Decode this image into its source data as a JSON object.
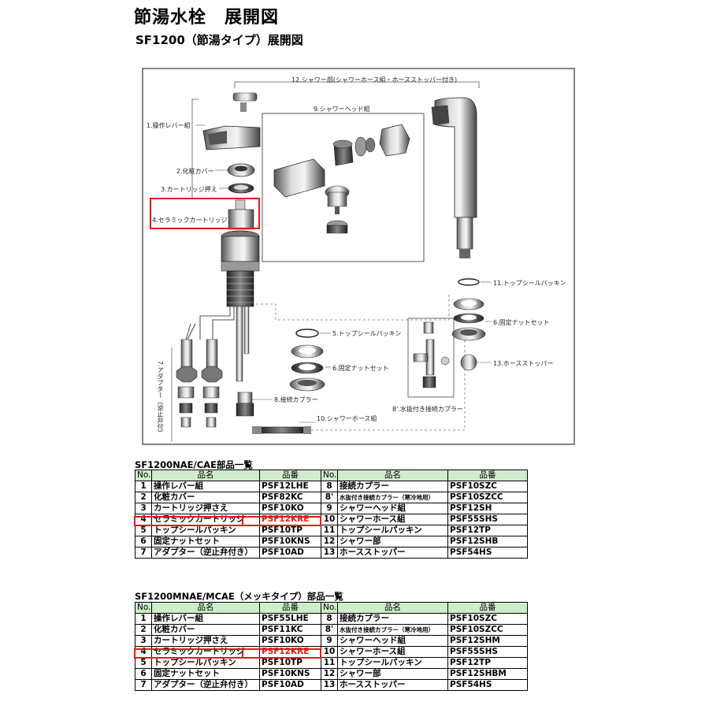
{
  "page": {
    "title": "節湯水栓　展開図",
    "subtitle": "SF1200（節湯タイプ）展開図"
  },
  "diagram": {
    "labels": {
      "shower_assembly": "12.シャワー部(シャワーホース組・ホースストッパー付き)",
      "shower_head": "9.シャワーヘッド組",
      "lever": "1.操作レバー組",
      "cover": "2.化粧カバー",
      "cartridge_holder": "3.カートリッジ押え",
      "cartridge": "4.セラミックカートリッジ",
      "adapter": "7.アダプター（逆止弁付）",
      "top_seal_left": "5.トップシールパッキン",
      "nut_set_left": "6.固定ナットセット",
      "coupler": "8.接続カプラー",
      "hose": "10.シャワーホース組",
      "top_seal_right": "11.トップシールパッキン",
      "nut_set_right": "6.固定ナットセット",
      "hose_stopper": "13.ホースストッパー",
      "drain_coupler": "8'.水抜付き接続カプラー"
    }
  },
  "tables": [
    {
      "title": "SF1200NAE/CAE部品一覧",
      "headers": [
        "No.",
        "品名",
        "品番",
        "No.",
        "品名",
        "品番"
      ],
      "rows": [
        [
          "1",
          "操作レバー組",
          "PSF12LHE",
          "8",
          "接続カプラー",
          "PSF10SZC"
        ],
        [
          "2",
          "化粧カバー",
          "PSF82KC",
          "8'",
          "水抜付き接続カプラー（寒冷地用）",
          "PSF10SZCC"
        ],
        [
          "3",
          "カートリッジ押さえ",
          "PSF10KO",
          "9",
          "シャワーヘッド組",
          "PSF12SH"
        ],
        [
          "4",
          "セラミックカートリッジ",
          "PSF12KRE",
          "10",
          "シャワーホース組",
          "PSF55SHS"
        ],
        [
          "5",
          "トップシールパッキン",
          "PSF10TP",
          "11",
          "トップシールパッキン",
          "PSF12TP"
        ],
        [
          "6",
          "固定ナットセット",
          "PSF10KNS",
          "12",
          "シャワー部",
          "PSF12SHB"
        ],
        [
          "7",
          "アダプター（逆止弁付き）",
          "PSF10AD",
          "13",
          "ホースストッパー",
          "PSF54HS"
        ]
      ]
    },
    {
      "title": "SF1200MNAE/MCAE（メッキタイプ）部品一覧",
      "headers": [
        "No.",
        "品名",
        "品番",
        "No.",
        "品名",
        "品番"
      ],
      "rows": [
        [
          "1",
          "操作レバー組",
          "PSF55LHE",
          "8",
          "接続カプラー",
          "PSF10SZC"
        ],
        [
          "2",
          "化粧カバー",
          "PSF11KC",
          "8'",
          "水抜付き接続カプラー（寒冷地用）",
          "PSF10SZCC"
        ],
        [
          "3",
          "カートリッジ押さえ",
          "PSF10KO",
          "9",
          "シャワーヘッド組",
          "PSF12SHM"
        ],
        [
          "4",
          "セラミックカートリッジ",
          "PSF12KRE",
          "10",
          "シャワーホース組",
          "PSF55SHS"
        ],
        [
          "5",
          "トップシールパッキン",
          "PSF10TP",
          "11",
          "トップシールパッキン",
          "PSF12TP"
        ],
        [
          "6",
          "固定ナットセット",
          "PSF10KNS",
          "12",
          "シャワー部",
          "PSF12SHBM"
        ],
        [
          "7",
          "アダプター（逆止弁付き）",
          "PSF10AD",
          "13",
          "ホースストッパー",
          "PSF54HS"
        ]
      ]
    }
  ],
  "highlight_color": "#e31b1b",
  "header_color": "#cfeccc"
}
